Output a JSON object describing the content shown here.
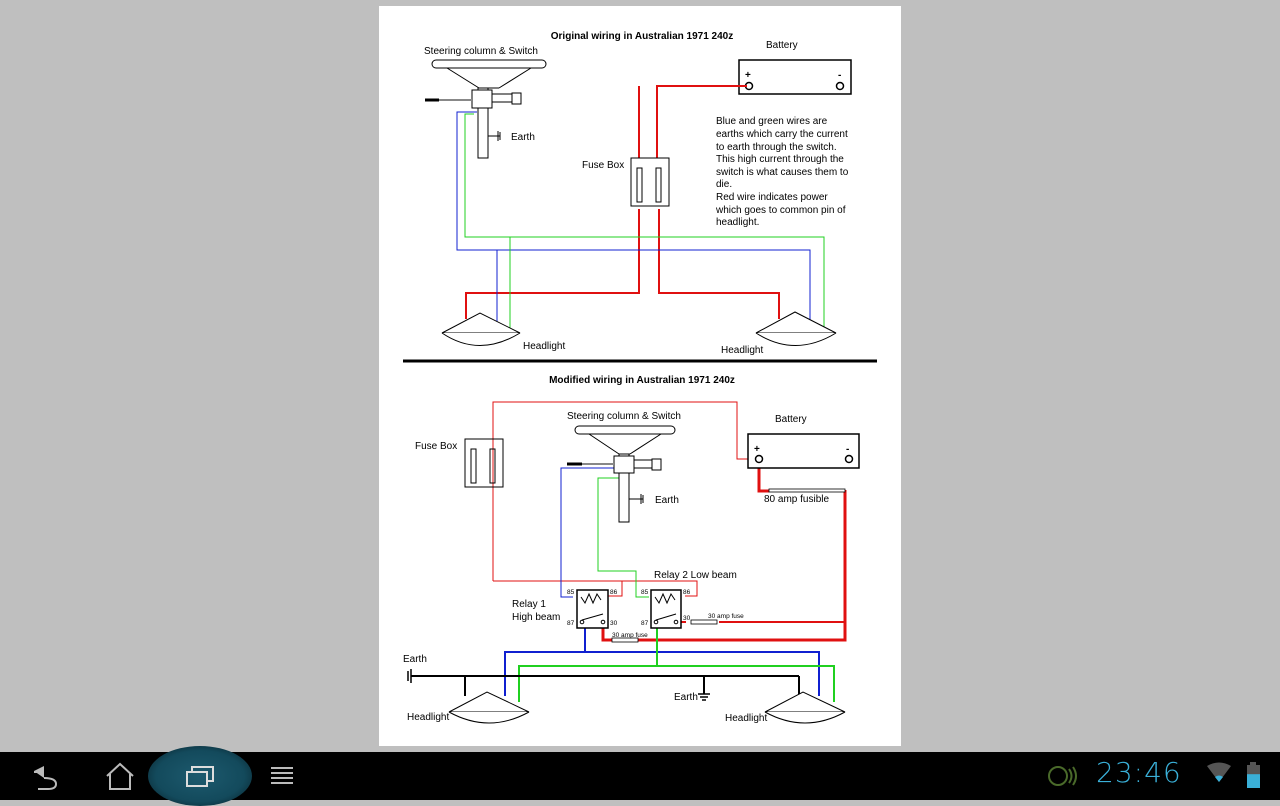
{
  "document": {
    "original": {
      "title": "Original wiring in Australian 1971 240z",
      "steering_label": "Steering column & Switch",
      "battery_label": "Battery",
      "battery_plus": "+",
      "battery_minus": "-",
      "earth_label": "Earth",
      "fusebox_label": "Fuse Box",
      "headlight_left": "Headlight",
      "headlight_right": "Headlight",
      "note_lines": [
        "Blue and green wires are",
        "earths which carry the current",
        "to earth through the switch.",
        "This high current through the",
        "switch is what causes them to",
        "die.",
        "Red wire indicates power",
        "which goes to common pin of",
        "headlight."
      ]
    },
    "modified": {
      "title": "Modified wiring in Australian 1971 240z",
      "steering_label": "Steering column & Switch",
      "battery_label": "Battery",
      "battery_plus": "+",
      "battery_minus": "-",
      "fusebox_label": "Fuse Box",
      "earth_switch_label": "Earth",
      "fusible_label": "80 amp fusible",
      "relay1_line1": "Relay 1",
      "relay1_line2": "High beam",
      "relay2_label": "Relay 2 Low beam",
      "pin85": "85",
      "pin86": "86",
      "pin87": "87",
      "pin30": "30",
      "fuse1_label": "30 amp fuse",
      "fuse2_label": "30 amp fuse",
      "earth_left_label": "Earth",
      "earth_mid_label": "Earth",
      "headlight_left": "Headlight",
      "headlight_right": "Headlight"
    },
    "colors": {
      "power": "#e01010",
      "high_beam": "#1020d0",
      "low_beam": "#20d020",
      "earth": "#000000"
    }
  },
  "navbar": {
    "back": "back-icon",
    "home": "home-icon",
    "recent": "recent-apps-icon",
    "menu": "menu-icon"
  },
  "status": {
    "time": "23:46",
    "sync_icon": "sync-icon",
    "wifi_icon": "wifi-icon",
    "battery_icon": "battery-icon",
    "battery_level_pct": 60
  }
}
